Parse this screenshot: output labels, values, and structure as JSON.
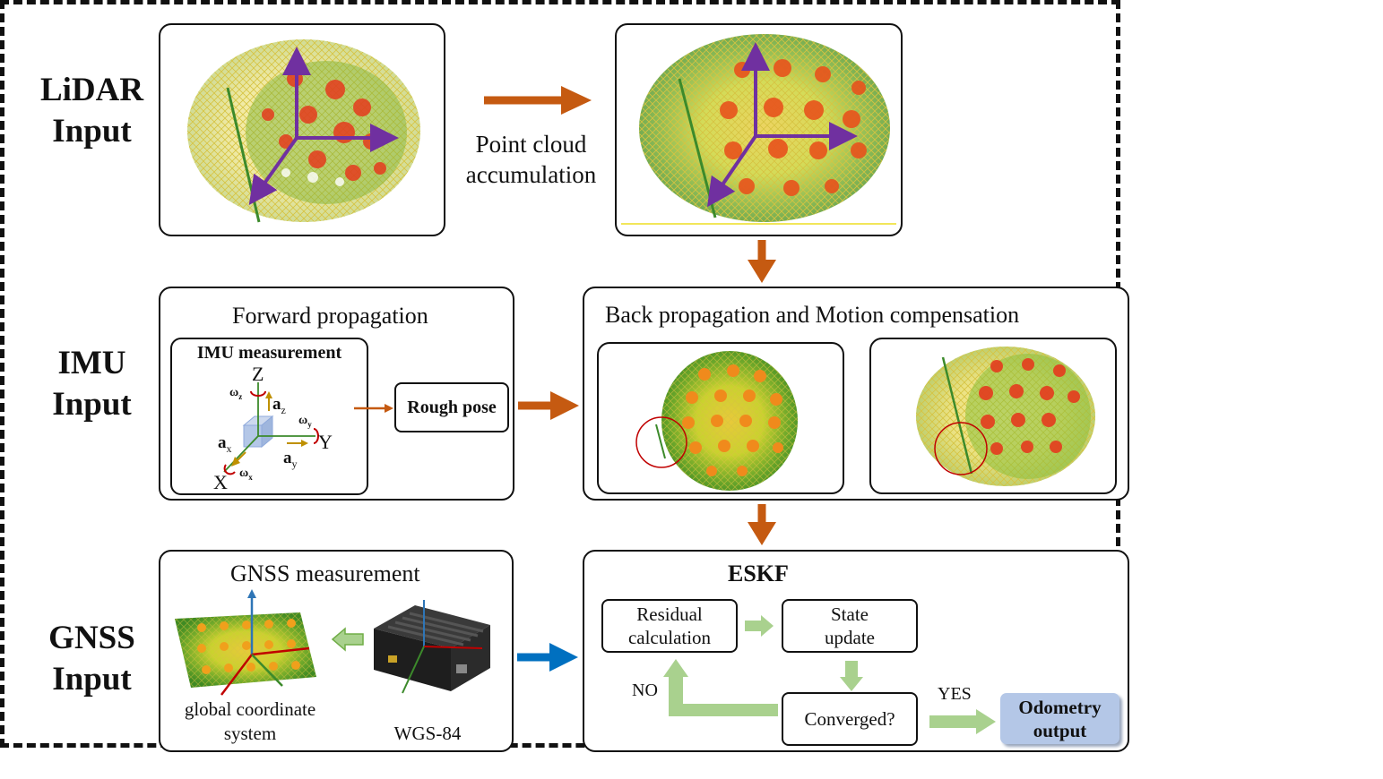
{
  "rows": {
    "lidar": [
      "LiDAR",
      "Input"
    ],
    "imu": [
      "IMU",
      "Input"
    ],
    "gnss": [
      "GNSS",
      "Input"
    ]
  },
  "lidar_section": {
    "accumulation_label": [
      "Point cloud",
      "accumulation"
    ]
  },
  "imu_section": {
    "forward_title": "Forward propagation",
    "measurement_title": "IMU measurement",
    "rough_pose": "Rough pose",
    "axes": {
      "z": "Z",
      "y": "Y",
      "x": "X"
    },
    "accels": {
      "az": "a",
      "az_sub": "z",
      "ay": "a",
      "ay_sub": "y",
      "ax": "a",
      "ax_sub": "x"
    },
    "gyros": {
      "wz": "ω",
      "wz_sub": "z",
      "wy": "ω",
      "wy_sub": "y",
      "wx": "ω",
      "wx_sub": "x"
    },
    "back_title": "Back propagation and Motion compensation"
  },
  "gnss_section": {
    "measurement_title": "GNSS measurement",
    "global_label": [
      "global coordinate",
      "system"
    ],
    "wgs_label": "WGS-84"
  },
  "eskf": {
    "title": "ESKF",
    "residual": [
      "Residual",
      "calculation"
    ],
    "state_update": [
      "State",
      "update"
    ],
    "converged": "Converged?",
    "no": "NO",
    "yes": "YES",
    "odometry": [
      "Odometry",
      "output"
    ]
  },
  "colors": {
    "orange_arrow": "#c55a11",
    "blue_arrow": "#0070c0",
    "green_arrow": "#a9d18e",
    "odometry_fill": "#b4c7e7",
    "axis_purple": "#7030a0",
    "circle_red": "#c00000"
  }
}
